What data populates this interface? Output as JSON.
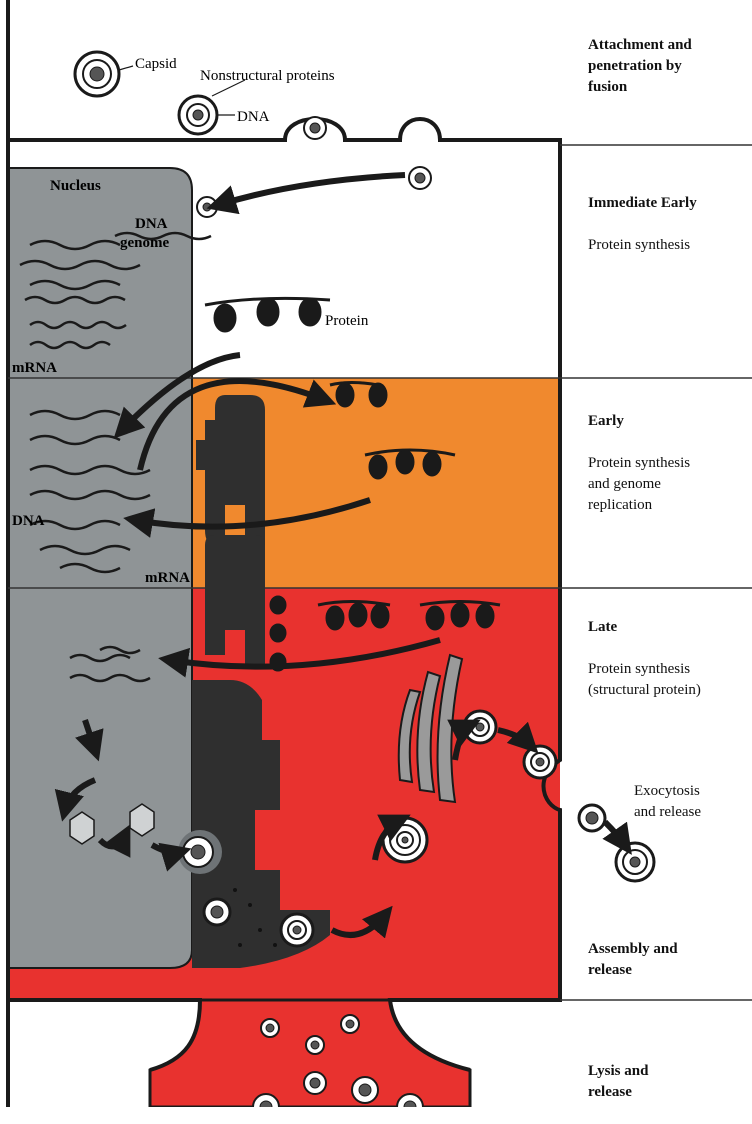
{
  "colors": {
    "nucleus": "#8f9496",
    "nucleus_dark": "#6e7376",
    "early_band": "#f0892e",
    "late_band": "#e8322f",
    "organelle": "#2f2f2f",
    "outline": "#1a1a1a",
    "background": "#ffffff"
  },
  "labels": {
    "capsid": "Capsid",
    "nonstructural_proteins": "Nonstructural proteins",
    "dna_top": "DNA",
    "nucleus": "Nucleus",
    "dna_genome_line1": "DNA",
    "dna_genome_line2": "genome",
    "protein": "Protein",
    "mrna_upper": "mRNA",
    "dna_mid": "DNA",
    "mrna_lower": "mRNA",
    "exocytosis": "Exocytosis\nand release"
  },
  "stages": [
    {
      "title": "Attachment and\npenetration by\nfusion",
      "desc": ""
    },
    {
      "title": "Immediate Early",
      "desc": "Protein synthesis"
    },
    {
      "title": "Early",
      "desc": "Protein synthesis\nand genome\nreplication"
    },
    {
      "title": "Late",
      "desc": "Protein synthesis\n(structural protein)"
    },
    {
      "title": "Assembly and\nrelease",
      "desc": ""
    },
    {
      "title": "Lysis and\nrelease",
      "desc": ""
    }
  ]
}
